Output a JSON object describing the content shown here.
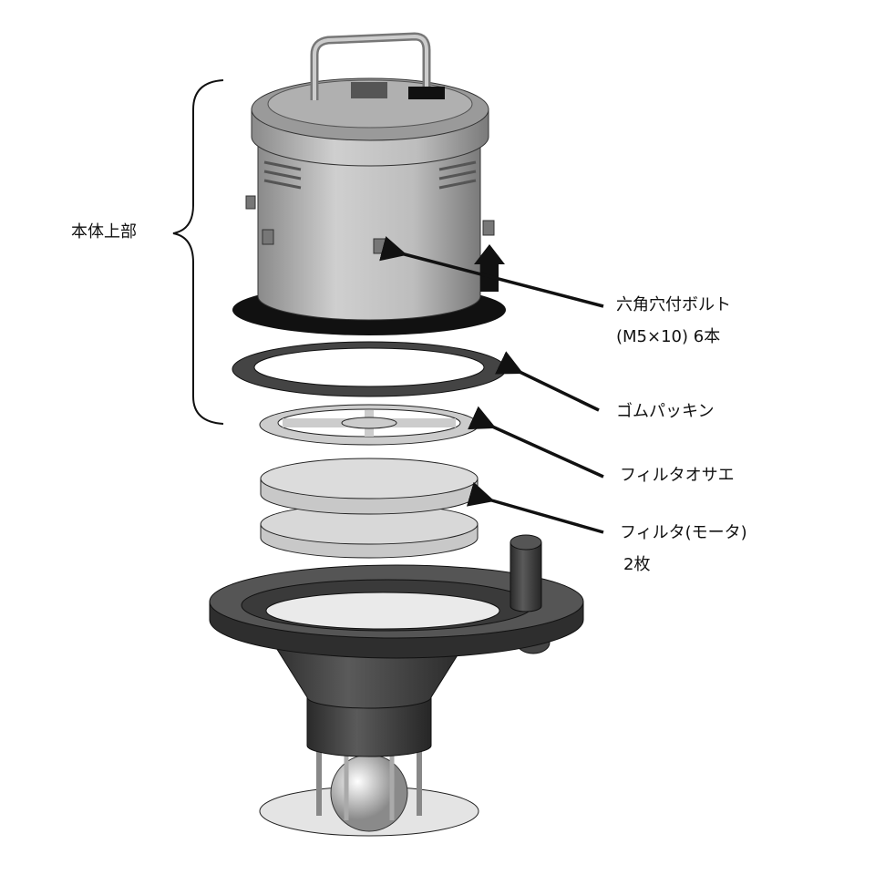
{
  "labels": {
    "upper_body": "本体上部",
    "bolt": "六角穴付ボルト",
    "bolt_spec": "(M5×10)  6本",
    "gasket": "ゴムパッキン",
    "filter_retainer": "フィルタオサエ",
    "filter": "フィルタ(モータ)",
    "filter_qty": "2枚"
  },
  "colors": {
    "body": "#b8b8b8",
    "dark": "#3a3a3a",
    "flange": "#111111",
    "filter": "#d4d4d4"
  }
}
